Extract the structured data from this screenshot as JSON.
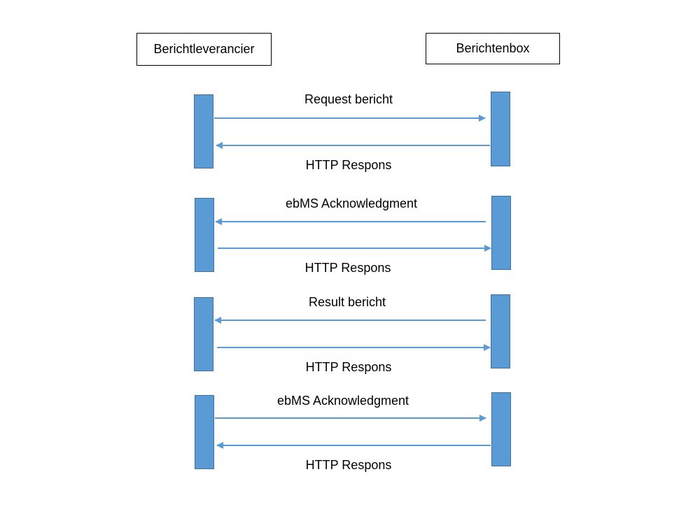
{
  "participants": {
    "left": "Berichtleverancier",
    "right": "Berichtenbox"
  },
  "colors": {
    "activation_fill": "#5b9bd5",
    "arrow": "#5b9bd5"
  },
  "groups": [
    {
      "top_label": "Request bericht",
      "bottom_label": "HTTP Respons",
      "first_direction": "right",
      "second_direction": "left"
    },
    {
      "top_label": "ebMS Acknowledgment",
      "bottom_label": "HTTP Respons",
      "first_direction": "left",
      "second_direction": "right"
    },
    {
      "top_label": "Result bericht",
      "bottom_label": "HTTP Respons",
      "first_direction": "left",
      "second_direction": "right"
    },
    {
      "top_label": "ebMS Acknowledgment",
      "bottom_label": "HTTP Respons",
      "first_direction": "right",
      "second_direction": "left"
    }
  ]
}
